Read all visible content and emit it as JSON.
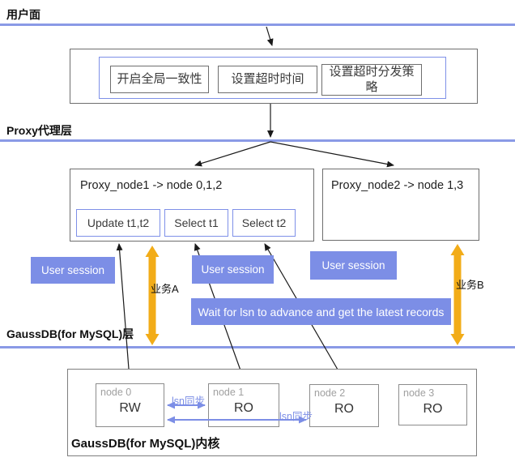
{
  "layers": {
    "user_plane": {
      "title": "用户面"
    },
    "proxy_layer": {
      "title": "Proxy代理层"
    },
    "gaussdb_layer": {
      "title": "GaussDB(for MySQL)层"
    }
  },
  "config_panel": {
    "buttons": [
      {
        "label": "开启全局一致性"
      },
      {
        "label": "设置超时时间"
      },
      {
        "label": "设置超时分发策略"
      }
    ]
  },
  "proxy_nodes": [
    {
      "title": "Proxy_node1 -> node 0,1,2",
      "queries": [
        {
          "label": "Update t1,t2"
        },
        {
          "label": "Select t1"
        },
        {
          "label": "Select t2"
        }
      ]
    },
    {
      "title": "Proxy_node2 -> node 1,3"
    }
  ],
  "sessions": [
    {
      "label": "User session"
    },
    {
      "label": "User session"
    },
    {
      "label": "User session"
    }
  ],
  "wait_banner": {
    "label": "Wait for lsn to advance and get the latest records"
  },
  "business_flows": [
    {
      "label": "业务A"
    },
    {
      "label": "业务B"
    }
  ],
  "kernel": {
    "title": "GaussDB(for MySQL)内核",
    "nodes": [
      {
        "name": "node 0",
        "role": "RW"
      },
      {
        "name": "node 1",
        "role": "RO"
      },
      {
        "name": "node 2",
        "role": "RO"
      },
      {
        "name": "node 3",
        "role": "RO"
      }
    ],
    "sync_links": [
      {
        "label": "lsn同步"
      },
      {
        "label": "lsn同步"
      }
    ]
  },
  "colors": {
    "session_blue": "#7c8ee6",
    "divider_blue": "#8a9ae6",
    "flow_yellow": "#f2ac18",
    "box_border_gray": "#6e6e6e",
    "node_border_gray": "#8c8c8c",
    "blue_border": "#7e90e8",
    "arrow_black": "#1a1a1a"
  }
}
